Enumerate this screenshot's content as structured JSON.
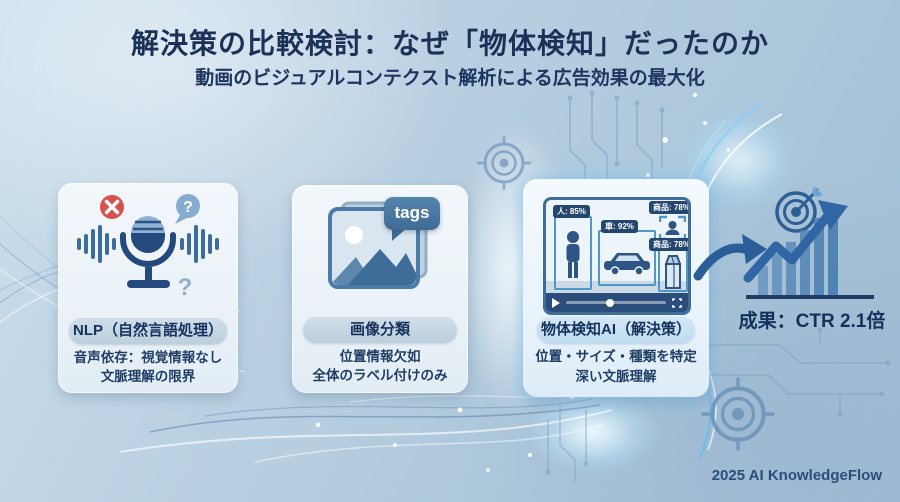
{
  "slide": {
    "title": "解決策の比較検討：なぜ「物体検知」だったのか",
    "subtitle": "動画のビジュアルコンテクスト解析による広告効果の最大化",
    "footer": "2025 AI KnowledgeFlow"
  },
  "cards": [
    {
      "label": "NLP（自然言語処理）",
      "desc1": "音声依存：視覚情報なし",
      "desc2": "文脈理解の限界"
    },
    {
      "label": "画像分類",
      "desc1": "位置情報欠如",
      "desc2": "全体のラベル付けのみ",
      "tag_bubble": "tags"
    },
    {
      "label": "物体検知AI（解決策）",
      "desc1": "位置・サイズ・種類を特定",
      "desc2": "深い文脈理解",
      "detections": {
        "person": "人: 85%",
        "car": "車: 92%",
        "face": "商品: 78%",
        "product": "商品: 78%"
      }
    }
  ],
  "result": {
    "label": "成果：CTR 2.1倍"
  },
  "icons": {
    "error_x": "✕",
    "question": "?",
    "microphone": "microphone-icon",
    "image_stack": "image-stack-icon",
    "tags_bubble": "tags-bubble-icon",
    "video_detection": "video-detection-player-icon",
    "target_dart": "target-dart-icon",
    "growth_chart": "growth-chart-arrow-icon",
    "flow_arrow": "flow-arrow-icon",
    "crosshair": "crosshair-icon"
  },
  "colors": {
    "title_text": "#1c3157",
    "card_bg": "#edf3f8",
    "pill_bg": "#c6d7e3",
    "accent_navy": "#2e5584",
    "detect_box": "#4f97c6",
    "error_red": "#d9514e",
    "result_blue": "#2f66a3"
  }
}
